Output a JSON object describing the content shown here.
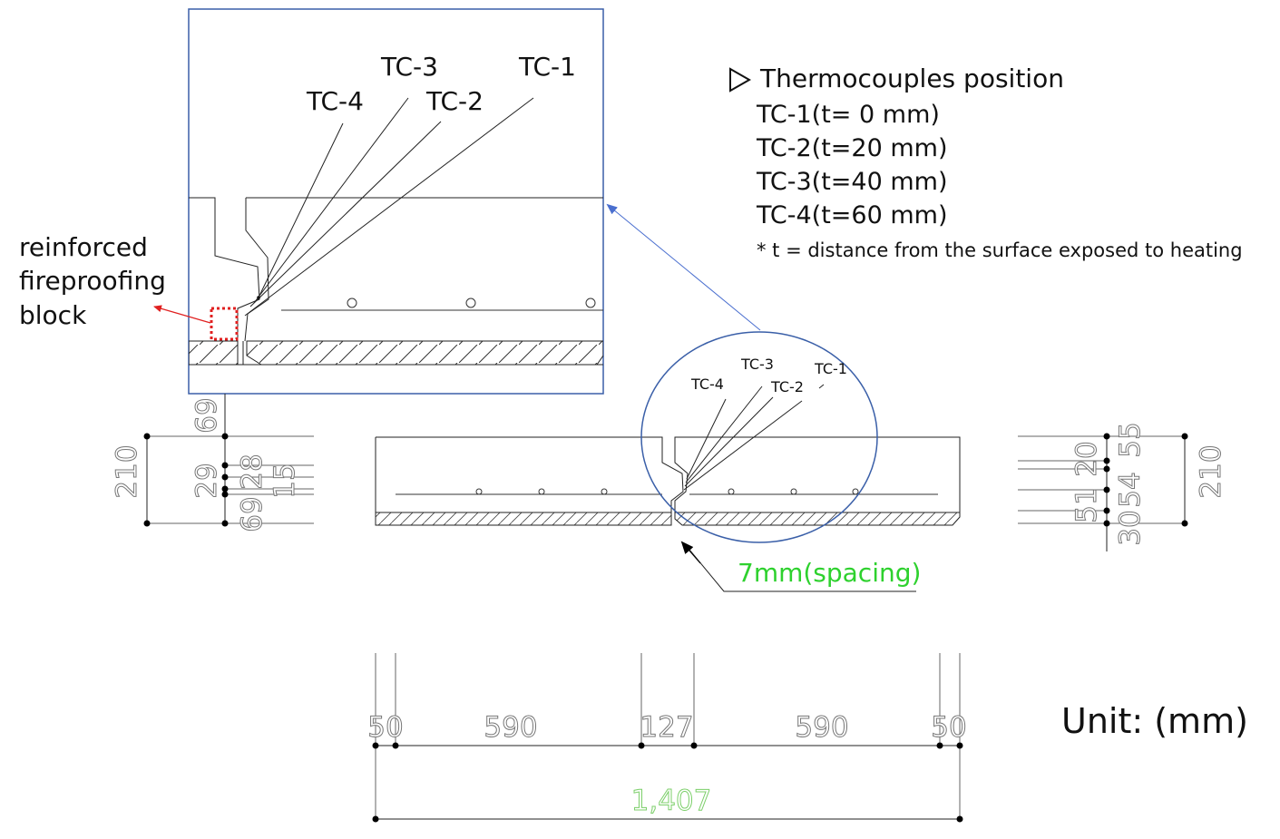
{
  "detail": {
    "labels": [
      "TC-1",
      "TC-2",
      "TC-3",
      "TC-4"
    ],
    "block_label_lines": [
      "reinforced",
      "fireproofing",
      "block"
    ]
  },
  "legend": {
    "title": "Thermocouples position",
    "items": [
      "TC-1(t= 0 mm)",
      "TC-2(t=20 mm)",
      "TC-3(t=40 mm)",
      "TC-4(t=60 mm)"
    ],
    "note": "* t = distance from the surface exposed to heating"
  },
  "section": {
    "labels": [
      "TC-1",
      "TC-2",
      "TC-3",
      "TC-4"
    ],
    "spacing_label": "7mm(spacing)"
  },
  "dims": {
    "left": {
      "total": "210",
      "top": "69",
      "middle": "29",
      "bottom": "69",
      "d28": "28",
      "d15": "15"
    },
    "right": {
      "total": "210",
      "top": "55",
      "d20": "20",
      "d54": "54",
      "d51": "51",
      "bottom": "30"
    },
    "bottom": {
      "segments": [
        "50",
        "590",
        "127",
        "590",
        "50"
      ],
      "total": "1,407"
    }
  },
  "unit_label": "Unit: (mm)",
  "colors": {
    "arrow_blue": "#4a6fcf",
    "frame_blue": "#3a5fa8",
    "block_red": "#e02020",
    "spacing_green": "#2ed12e"
  }
}
